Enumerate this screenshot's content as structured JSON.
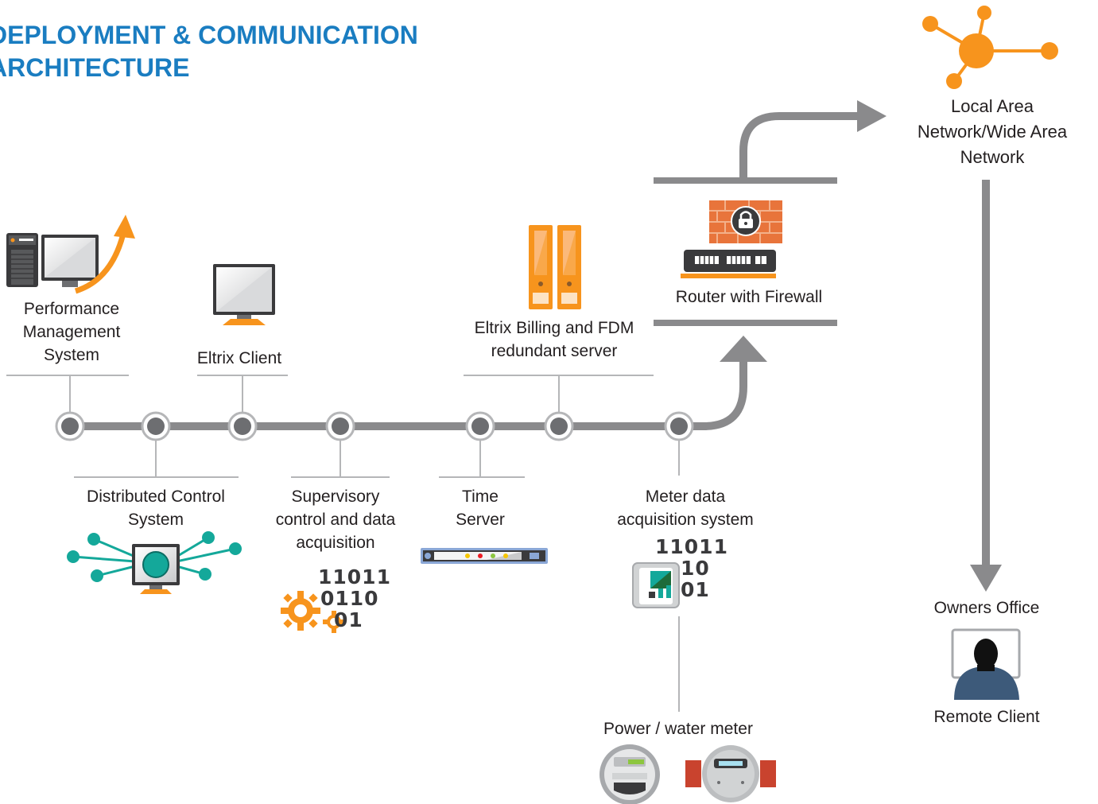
{
  "title": {
    "line1": "DEPLOYMENT & COMMUNICATION",
    "line2": "ARCHITECTURE"
  },
  "nodes": {
    "performance": {
      "line1": "Performance",
      "line2": "Management",
      "line3": "System"
    },
    "client": {
      "label": "Eltrix Client"
    },
    "dcs": {
      "line1": "Distributed Control",
      "line2": "System"
    },
    "scada": {
      "line1": "Supervisory",
      "line2": "control and data",
      "line3": "acquisition"
    },
    "time_server": {
      "line1": "Time",
      "line2": "Server"
    },
    "billing": {
      "line1": "Eltrix Billing and FDM",
      "line2": "redundant server"
    },
    "mdas": {
      "line1": "Meter data",
      "line2": "acquisition system"
    },
    "router": {
      "label": "Router with Firewall"
    },
    "network": {
      "line1": "Local  Area",
      "line2": "Network/Wide Area",
      "line3": "Network"
    },
    "owners": {
      "label": "Owners Office"
    },
    "remote": {
      "label": "Remote Client"
    },
    "meter": {
      "label": "Power / water meter"
    }
  },
  "icons": {
    "binary_scada": [
      "11011",
      "0110",
      "01"
    ],
    "binary_mdas": [
      "11011",
      "10",
      "01"
    ]
  },
  "colors": {
    "title": "#1a7dc1",
    "bus": "#8a8a8c",
    "orange": "#f7941d",
    "teal": "#14a89a",
    "dark": "#3a3a3c",
    "brick": "#e8743b"
  }
}
